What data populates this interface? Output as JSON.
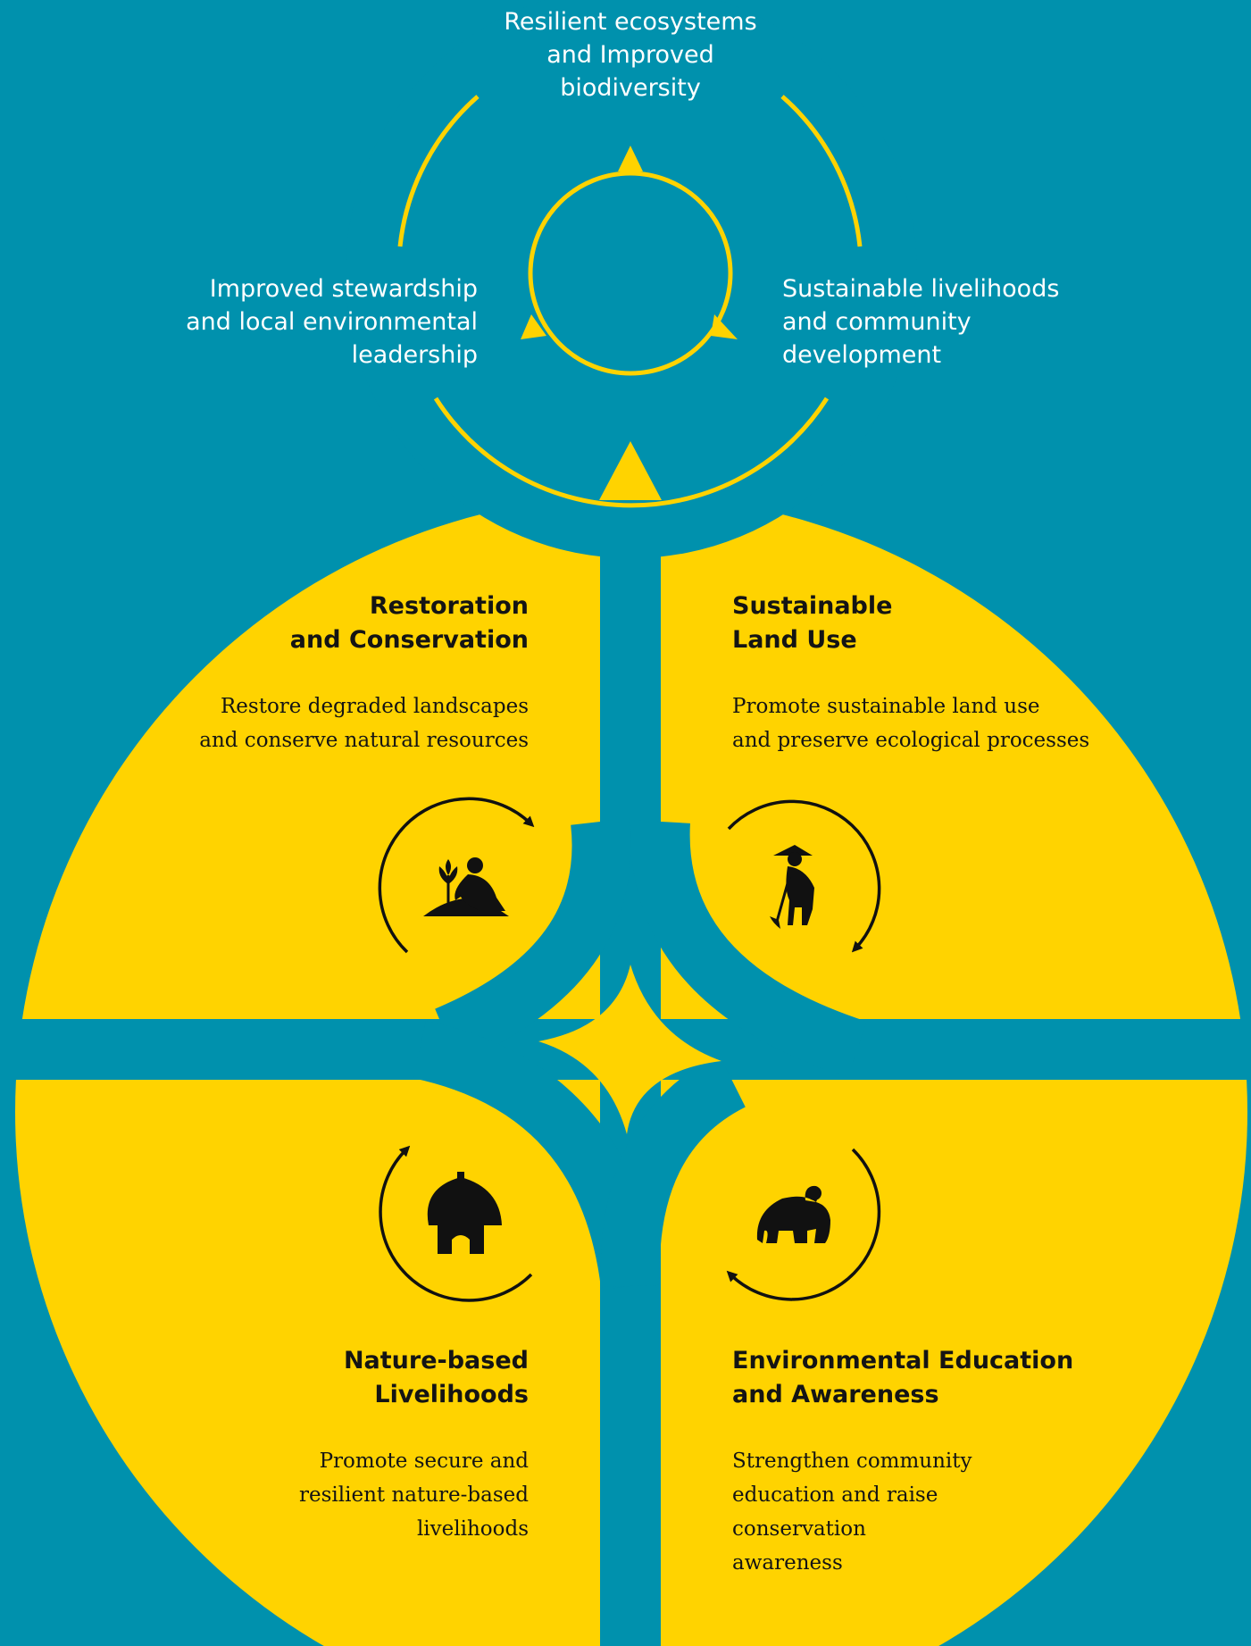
{
  "colors": {
    "background": "#0091AD",
    "accent": "#FFD300",
    "text_light": "#FFFFFF",
    "text_dark": "#141414"
  },
  "outcomes": {
    "top": "Resilient ecosystems\nand Improved\nbiodiversity",
    "left": "Improved stewardship\nand local environmental\nleadership",
    "right": "Sustainable livelihoods\nand community\ndevelopment"
  },
  "quadrants": {
    "restoration": {
      "title": "Restoration\nand Conservation",
      "description": "Restore degraded landscapes\nand conserve natural resources",
      "icon": "planting-person-icon"
    },
    "land_use": {
      "title": "Sustainable\nLand Use",
      "description": "Promote sustainable land use\nand preserve ecological processes",
      "icon": "farmer-with-hoe-icon"
    },
    "livelihoods": {
      "title": "Nature-based\nLivelihoods",
      "description": "Promote secure and\nresilient nature-based\nlivelihoods",
      "icon": "hut-icon"
    },
    "education": {
      "title": "Environmental Education\nand Awareness",
      "description": "Strengthen community\neducation and raise\nconservation\nawareness",
      "icon": "gorilla-icon"
    }
  }
}
